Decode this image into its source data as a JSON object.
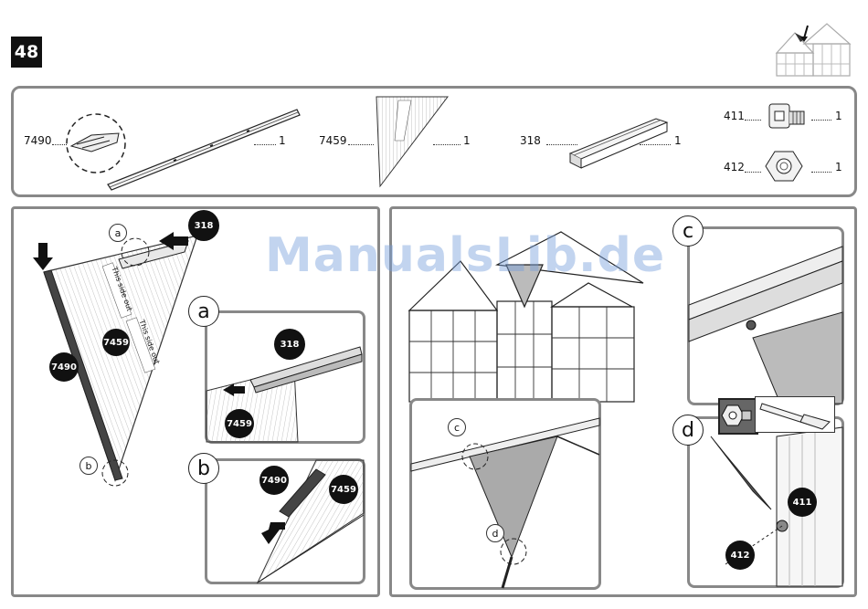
{
  "step_number": "48",
  "watermark": "ManualsLib.de",
  "parts": [
    {
      "code": "7490",
      "qty": "1"
    },
    {
      "code": "7459",
      "qty": "1"
    },
    {
      "code": "318",
      "qty": "1"
    },
    {
      "code": "411",
      "qty": "1"
    },
    {
      "code": "412",
      "qty": "1"
    }
  ],
  "panel_text": "This side out",
  "detail_tags": [
    "a",
    "b",
    "c",
    "d"
  ],
  "colors": {
    "badge": "#111111",
    "border": "#888888",
    "watermark": "#78a0dc"
  }
}
